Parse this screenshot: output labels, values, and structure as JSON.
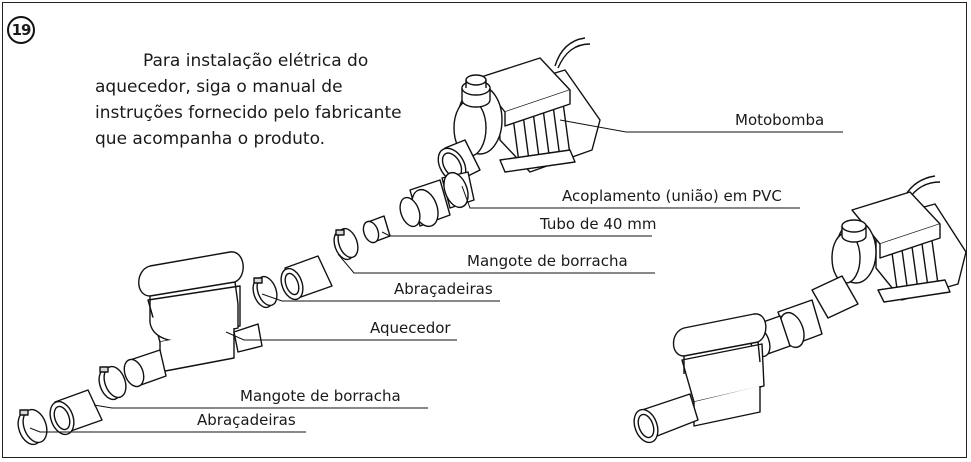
{
  "step_number": "19",
  "instruction_text": "Para instalação elétrica do aquecedor, siga o manual de instruções fornecido pelo fabricante que acompanha o produto.",
  "labels": {
    "motobomba": "Motobomba",
    "acoplamento": "Acoplamento (união) em PVC",
    "tubo": "Tubo de 40 mm",
    "mangote_1": "Mangote de borracha",
    "abracadeiras_1": "Abraçadeiras",
    "aquecedor": "Aquecedor",
    "mangote_2": "Mangote de borracha",
    "abracadeiras_2": "Abraçadeiras"
  },
  "colors": {
    "line": "#111111",
    "fill": "#ffffff",
    "shade": "#d8d8d8"
  }
}
